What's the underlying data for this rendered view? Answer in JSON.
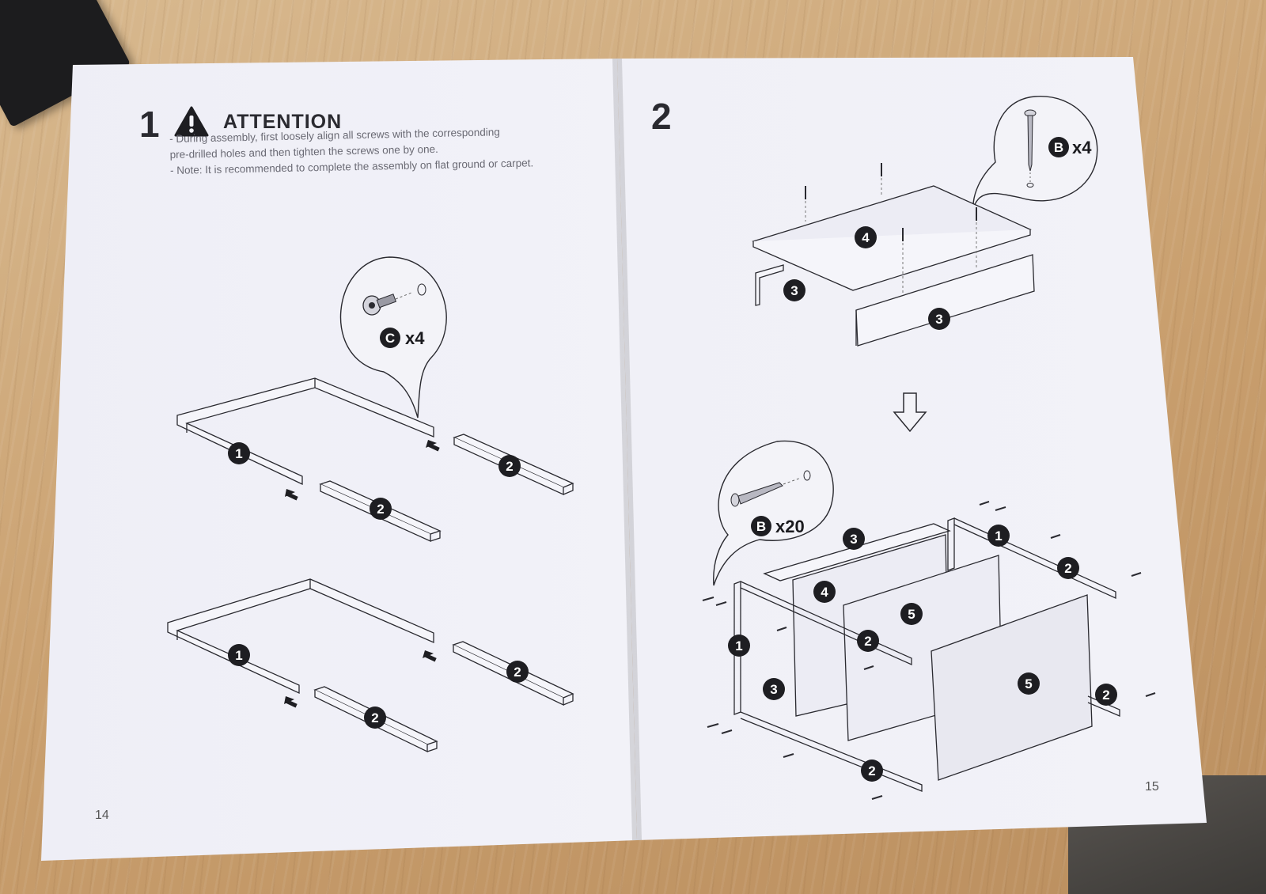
{
  "left_page": {
    "step_number": "1",
    "heading": "ATTENTION",
    "notes": [
      "- During assembly, first loosely align all screws with the corresponding",
      "pre-drilled holes and then tighten the screws one by one.",
      "- Note: It is recommended to complete the assembly on flat ground or carpet."
    ],
    "callout": {
      "part": "C",
      "quantity": "x4"
    },
    "part_labels": {
      "frame": "1",
      "rail": "2"
    },
    "page_number": "14"
  },
  "right_page": {
    "step_number": "2",
    "callout_top": {
      "part": "B",
      "quantity": "x4"
    },
    "callout_bottom": {
      "part": "B",
      "quantity": "x20"
    },
    "part_labels": {
      "frame": "1",
      "rail": "2",
      "side_panel": "3",
      "top_panel": "4",
      "shelf_panel": "5"
    },
    "page_number": "15"
  }
}
